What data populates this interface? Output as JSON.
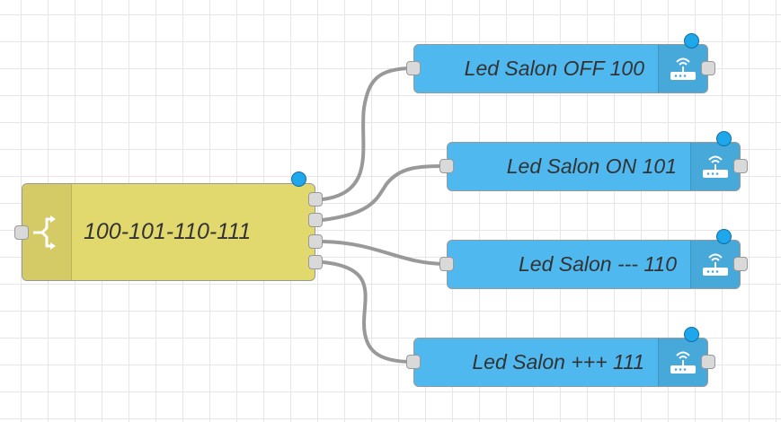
{
  "switch_node": {
    "label": "100-101-110-111",
    "icon": "switch-icon",
    "color": "#e2d96e"
  },
  "mqtt_nodes": [
    {
      "label": "Led Salon OFF 100",
      "icon": "wifi-router-icon"
    },
    {
      "label": "Led Salon ON 101",
      "icon": "wifi-router-icon"
    },
    {
      "label": "Led Salon --- 110",
      "icon": "wifi-router-icon"
    },
    {
      "label": "Led Salon +++ 111",
      "icon": "wifi-router-icon"
    }
  ],
  "colors": {
    "mqtt_node": "#4fb8ef",
    "status_dot": "#1fa7ec",
    "wire": "#999999"
  }
}
